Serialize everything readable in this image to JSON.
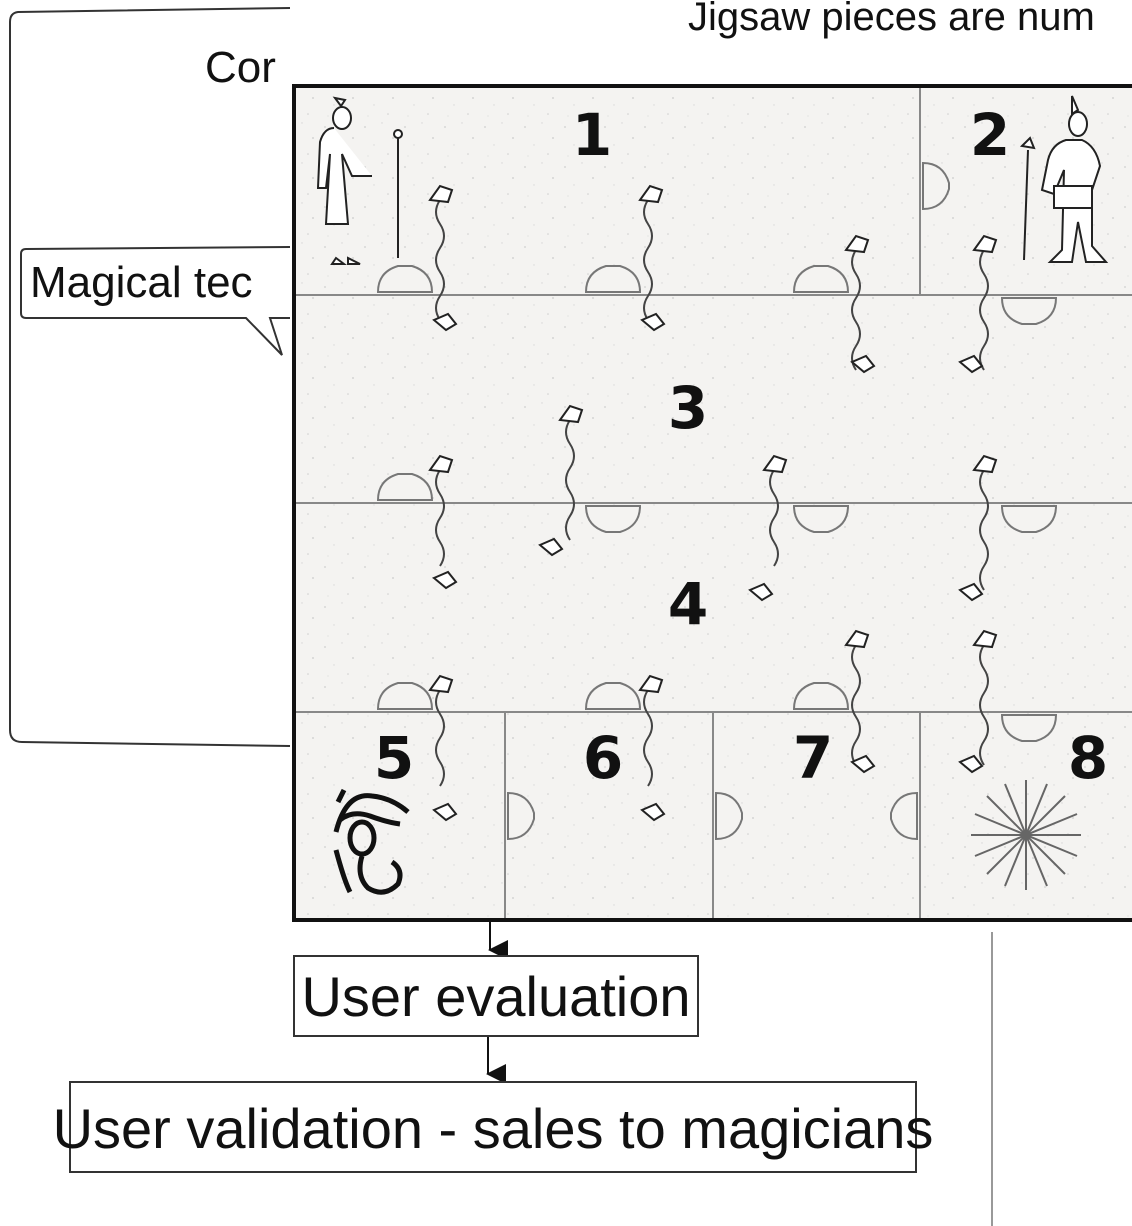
{
  "header_text": "Jigsaw pieces are num",
  "left_box": {
    "title": "Cor",
    "callout": "Magical tec"
  },
  "puzzle": {
    "pieces": [
      {
        "number": "1"
      },
      {
        "number": "2"
      },
      {
        "number": "3"
      },
      {
        "number": "4"
      },
      {
        "number": "5"
      },
      {
        "number": "6"
      },
      {
        "number": "7"
      },
      {
        "number": "8"
      }
    ],
    "pictures": [
      {
        "name": "goddess-figure"
      },
      {
        "name": "god-figure-with-staff"
      },
      {
        "name": "eye-of-horus"
      },
      {
        "name": "starburst"
      }
    ]
  },
  "flow": {
    "steps": [
      {
        "label": "User evaluation"
      },
      {
        "label": "User validation - sales to magicians"
      }
    ]
  },
  "colors": {
    "line": "#111111",
    "grid": "#888888",
    "board": "#f3f2f0"
  }
}
